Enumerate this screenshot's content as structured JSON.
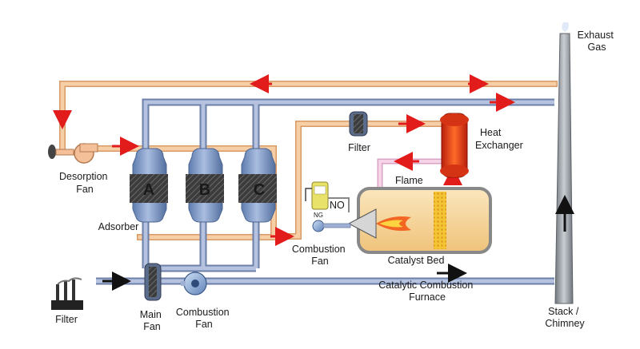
{
  "labels": {
    "exhaust_gas": [
      "Exhaust",
      "Gas"
    ],
    "heat_exchanger": [
      "Heat",
      "Exchanger"
    ],
    "filter_upper": "Filter",
    "desorption_fan": [
      "Desorption",
      "Fan"
    ],
    "adsorber": "Adsorber",
    "flame": "Flame",
    "no": "NO",
    "ng": "NG",
    "combustion_fan_upper": [
      "Combustion",
      "Fan"
    ],
    "catalyst_bed": "Catalyst Bed",
    "catalytic_combustion_furnace": [
      "Catalytic Combustion",
      "Furnace"
    ],
    "filter_lower": "Filter",
    "main_fan": [
      "Main",
      "Fan"
    ],
    "combustion_fan_lower": [
      "Combustion",
      "Fan"
    ],
    "stack": [
      "Stack /",
      "Chimney"
    ]
  },
  "vessels": [
    "A",
    "B",
    "C"
  ],
  "colors": {
    "hot_pipe": "#f4c59a",
    "hot_pipe_edge": "#d89a66",
    "clean_pipe": "#9fb0d2",
    "clean_pipe_edge": "#6c7fa8",
    "flow_arrow": "#e21b1b",
    "vessel": "#7d98c4",
    "furnace": "#f6d79b",
    "exchanger": "#e83a1a",
    "stack": "#9aa0a6"
  }
}
